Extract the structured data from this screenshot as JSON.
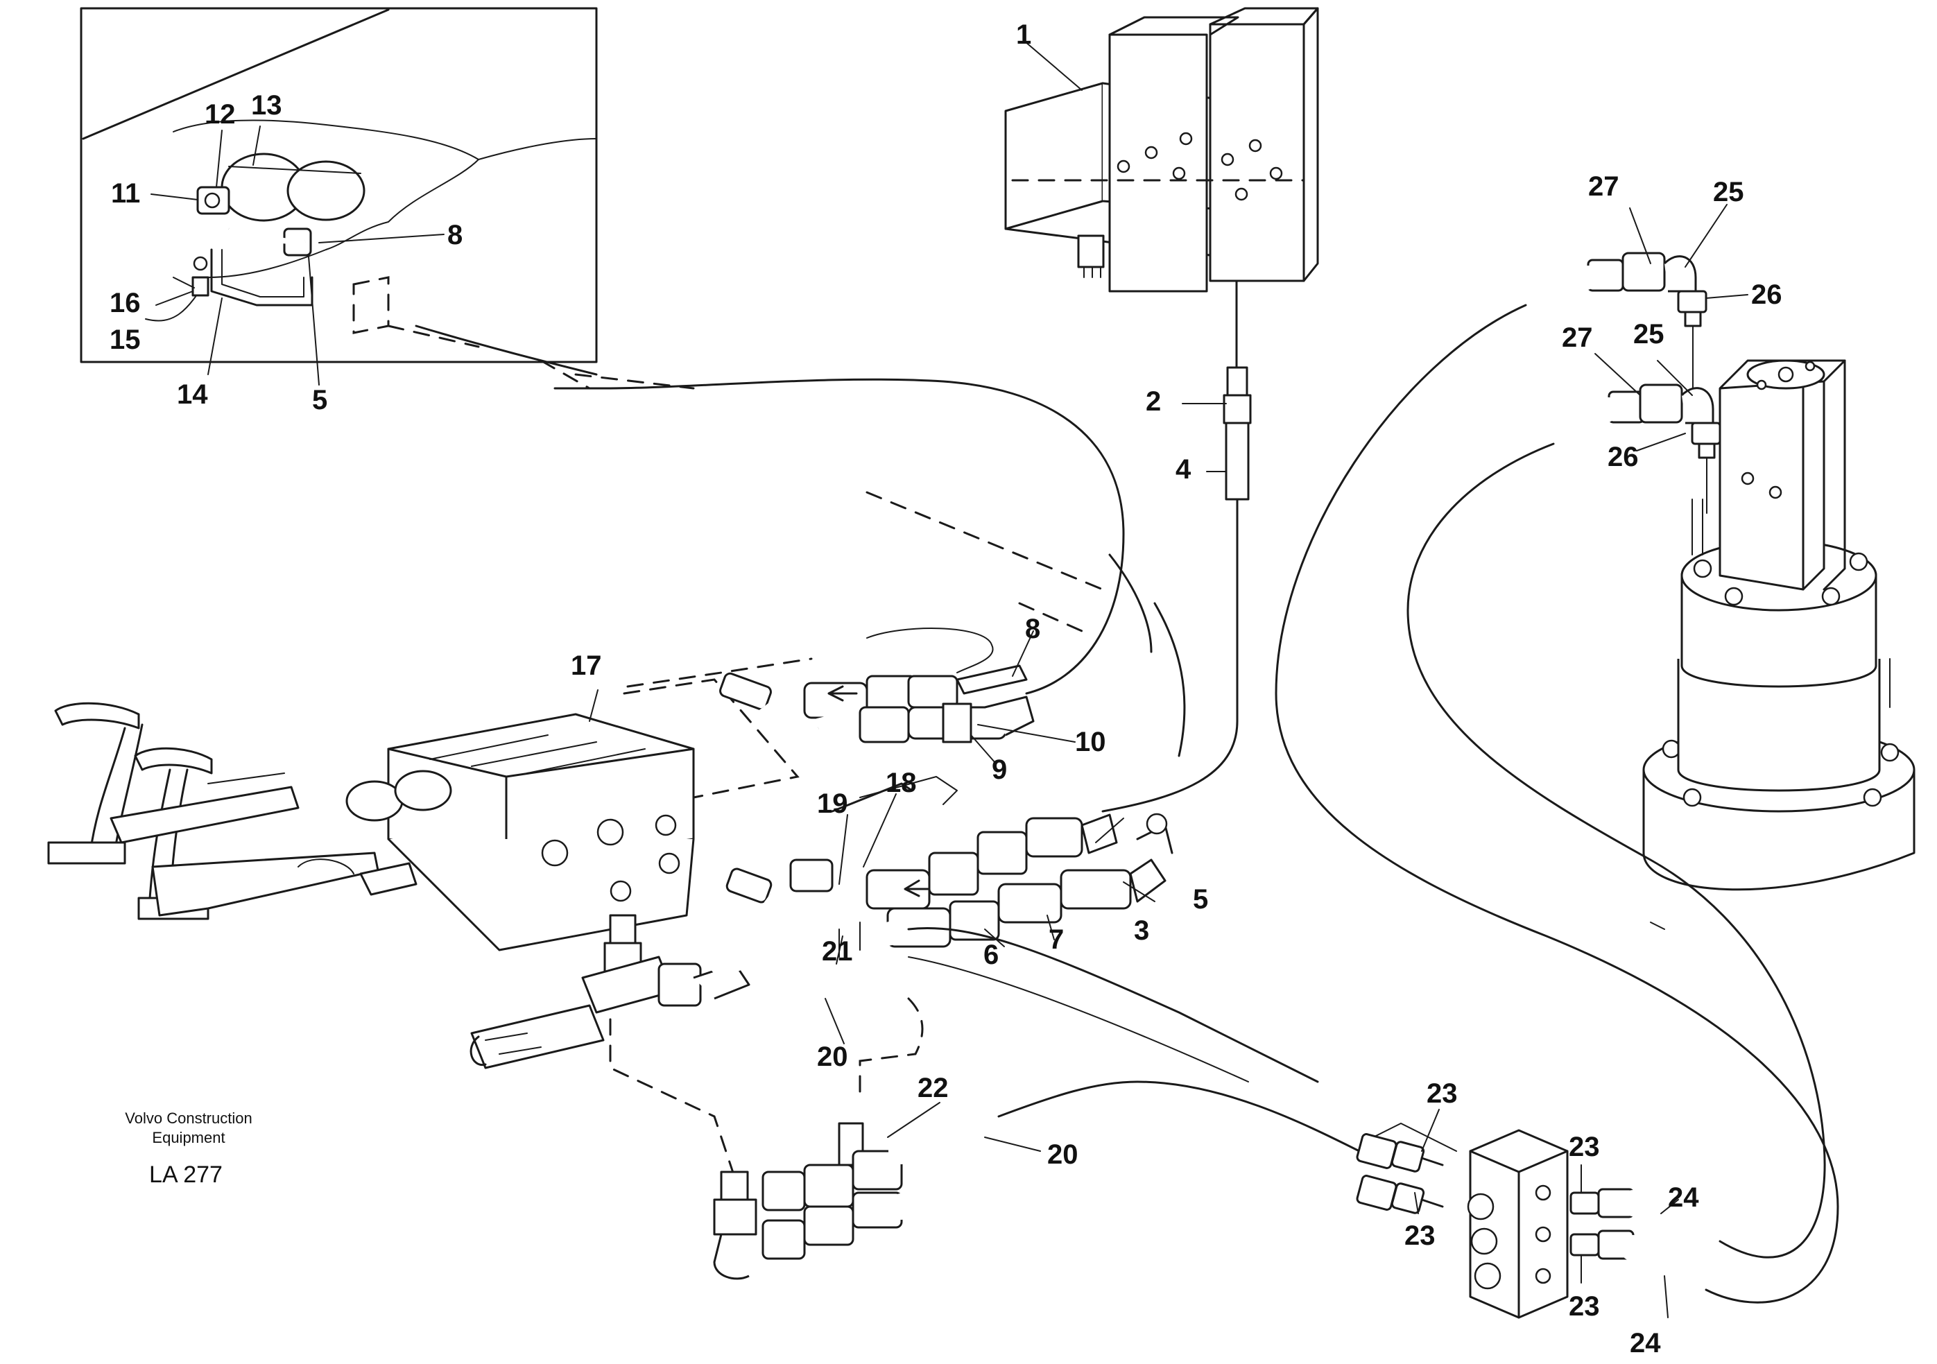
{
  "caption": {
    "line1": "Volvo Construction",
    "line2": "Equipment",
    "code": "LA 277"
  },
  "callouts": [
    {
      "id": "c1",
      "text": "1"
    },
    {
      "id": "c2",
      "text": "2"
    },
    {
      "id": "c3",
      "text": "3"
    },
    {
      "id": "c4",
      "text": "4"
    },
    {
      "id": "c5a",
      "text": "5"
    },
    {
      "id": "c5b",
      "text": "5"
    },
    {
      "id": "c6",
      "text": "6"
    },
    {
      "id": "c7",
      "text": "7"
    },
    {
      "id": "c8a",
      "text": "8"
    },
    {
      "id": "c8b",
      "text": "8"
    },
    {
      "id": "c9",
      "text": "9"
    },
    {
      "id": "c10",
      "text": "10"
    },
    {
      "id": "c11",
      "text": "11"
    },
    {
      "id": "c12",
      "text": "12"
    },
    {
      "id": "c13",
      "text": "13"
    },
    {
      "id": "c14",
      "text": "14"
    },
    {
      "id": "c15",
      "text": "15"
    },
    {
      "id": "c16",
      "text": "16"
    },
    {
      "id": "c17",
      "text": "17"
    },
    {
      "id": "c18",
      "text": "18"
    },
    {
      "id": "c19",
      "text": "19"
    },
    {
      "id": "c20a",
      "text": "20"
    },
    {
      "id": "c20b",
      "text": "20"
    },
    {
      "id": "c21",
      "text": "21"
    },
    {
      "id": "c22",
      "text": "22"
    },
    {
      "id": "c23a",
      "text": "23"
    },
    {
      "id": "c23b",
      "text": "23"
    },
    {
      "id": "c23c",
      "text": "23"
    },
    {
      "id": "c23d",
      "text": "23"
    },
    {
      "id": "c24a",
      "text": "24"
    },
    {
      "id": "c24b",
      "text": "24"
    },
    {
      "id": "c25a",
      "text": "25"
    },
    {
      "id": "c25b",
      "text": "25"
    },
    {
      "id": "c26a",
      "text": "26"
    },
    {
      "id": "c26b",
      "text": "26"
    },
    {
      "id": "c27a",
      "text": "27"
    },
    {
      "id": "c27b",
      "text": "27"
    }
  ]
}
